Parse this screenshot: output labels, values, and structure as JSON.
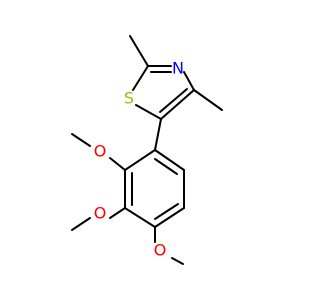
{
  "molecule": {
    "atoms": {
      "nitrogen": {
        "label": "N",
        "color": "#0000ff"
      },
      "sulfur": {
        "label": "S",
        "color": "#b2b200"
      },
      "oxygen_top": {
        "label": "O",
        "color": "#ff0000"
      },
      "oxygen_mid": {
        "label": "O",
        "color": "#ff0000"
      },
      "oxygen_bottom": {
        "label": "O",
        "color": "#ff0000"
      }
    },
    "bond_color": "#000000"
  }
}
